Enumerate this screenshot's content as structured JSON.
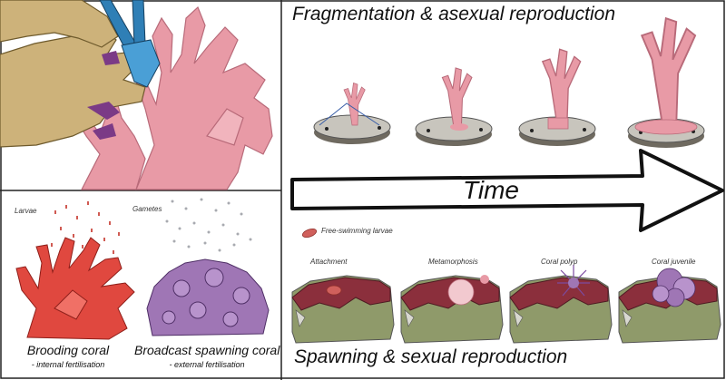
{
  "panels": {
    "fragmentation": {
      "title": "Fragmentation & asexual reproduction"
    },
    "spawning": {
      "title": "Spawning & sexual reproduction",
      "larvae_legend": "Free-swimming larvae",
      "stages": [
        "Attachment",
        "Metamorphosis",
        "Coral polyp",
        "Coral juvenile"
      ]
    },
    "arrow": {
      "label": "Time"
    },
    "coral_types": {
      "larvae_label": "Larvae",
      "gametes_label": "Gametes",
      "brooding": {
        "name": "Brooding coral",
        "note": "- internal fertilisation"
      },
      "broadcast": {
        "name": "Broadcast spawning coral",
        "note": "- external fertilisation"
      }
    }
  },
  "colors": {
    "coral_pink": "#e89aa6",
    "brooding_red": "#e0483f",
    "broadcast_purple": "#9f76b5",
    "substrate_green": "#8f9a6a",
    "substrate_red": "#8b2f3c",
    "tag_disc": "#c8c5bd",
    "glove": "#cdb27a",
    "cutter_blue": "#2f7fb6"
  }
}
